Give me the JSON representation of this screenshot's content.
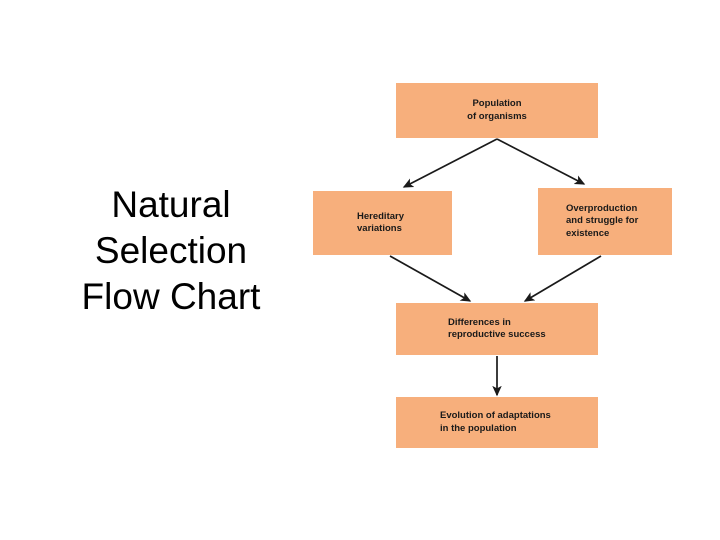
{
  "slide": {
    "title": "Natural\nSelection\nFlow Chart",
    "background_color": "#ffffff",
    "title_color": "#000000"
  },
  "flowchart": {
    "node_fill_color": "#f7af7c",
    "node_text_color": "#1a1a1a",
    "arrow_color": "#1a1a1a",
    "nodes": [
      {
        "id": "population",
        "label": "Population\nof organisms"
      },
      {
        "id": "hereditary",
        "label": "Hereditary\nvariations"
      },
      {
        "id": "overproduction",
        "label": "Overproduction\nand struggle for\nexistence"
      },
      {
        "id": "differences",
        "label": "Differences in\nreproductive success"
      },
      {
        "id": "evolution",
        "label": "Evolution of adaptations\nin the population"
      }
    ],
    "edges": [
      {
        "from": "population",
        "to": "hereditary"
      },
      {
        "from": "population",
        "to": "overproduction"
      },
      {
        "from": "hereditary",
        "to": "differences"
      },
      {
        "from": "overproduction",
        "to": "differences"
      },
      {
        "from": "differences",
        "to": "evolution"
      }
    ]
  }
}
